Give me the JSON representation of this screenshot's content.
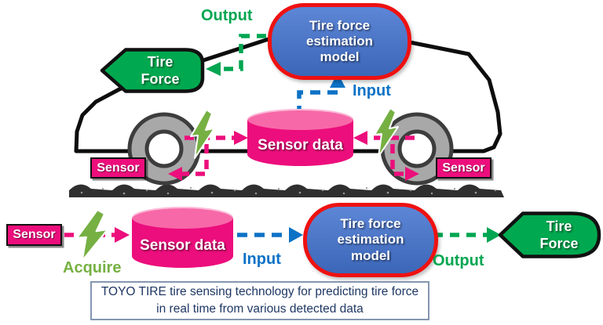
{
  "colors": {
    "pink": "#ec0e7c",
    "pink_light": "#f768a8",
    "model_blue": "#4472c4",
    "model_border_red": "#ee1111",
    "tire_force_green": "#00a94f",
    "output_green": "#00a651",
    "acquire_green": "#76b043",
    "input_blue": "#0c72c6",
    "caption_navy": "#1f3864",
    "caption_border": "#8496b0",
    "wheel_gray": "#a8a8a8",
    "road_dark": "#2f2f2f"
  },
  "icons": {
    "lightning": "lightning-bolt",
    "wheel": "tire-wheel",
    "database": "data-cylinder"
  },
  "top": {
    "output": "Output",
    "model": "Tire force estimation model",
    "tire_force": "Tire Force",
    "input": "Input",
    "sensor_data": "Sensor data",
    "sensor_left": "Sensor",
    "sensor_right": "Sensor"
  },
  "bottom": {
    "sensor": "Sensor",
    "acquire": "Acquire",
    "sensor_data": "Sensor data",
    "input": "Input",
    "model": "Tire force estimation model",
    "output": "Output",
    "tire_force": "Tire Force"
  },
  "caption": "TOYO TIRE tire sensing technology for predicting tire force in real time from various detected data"
}
